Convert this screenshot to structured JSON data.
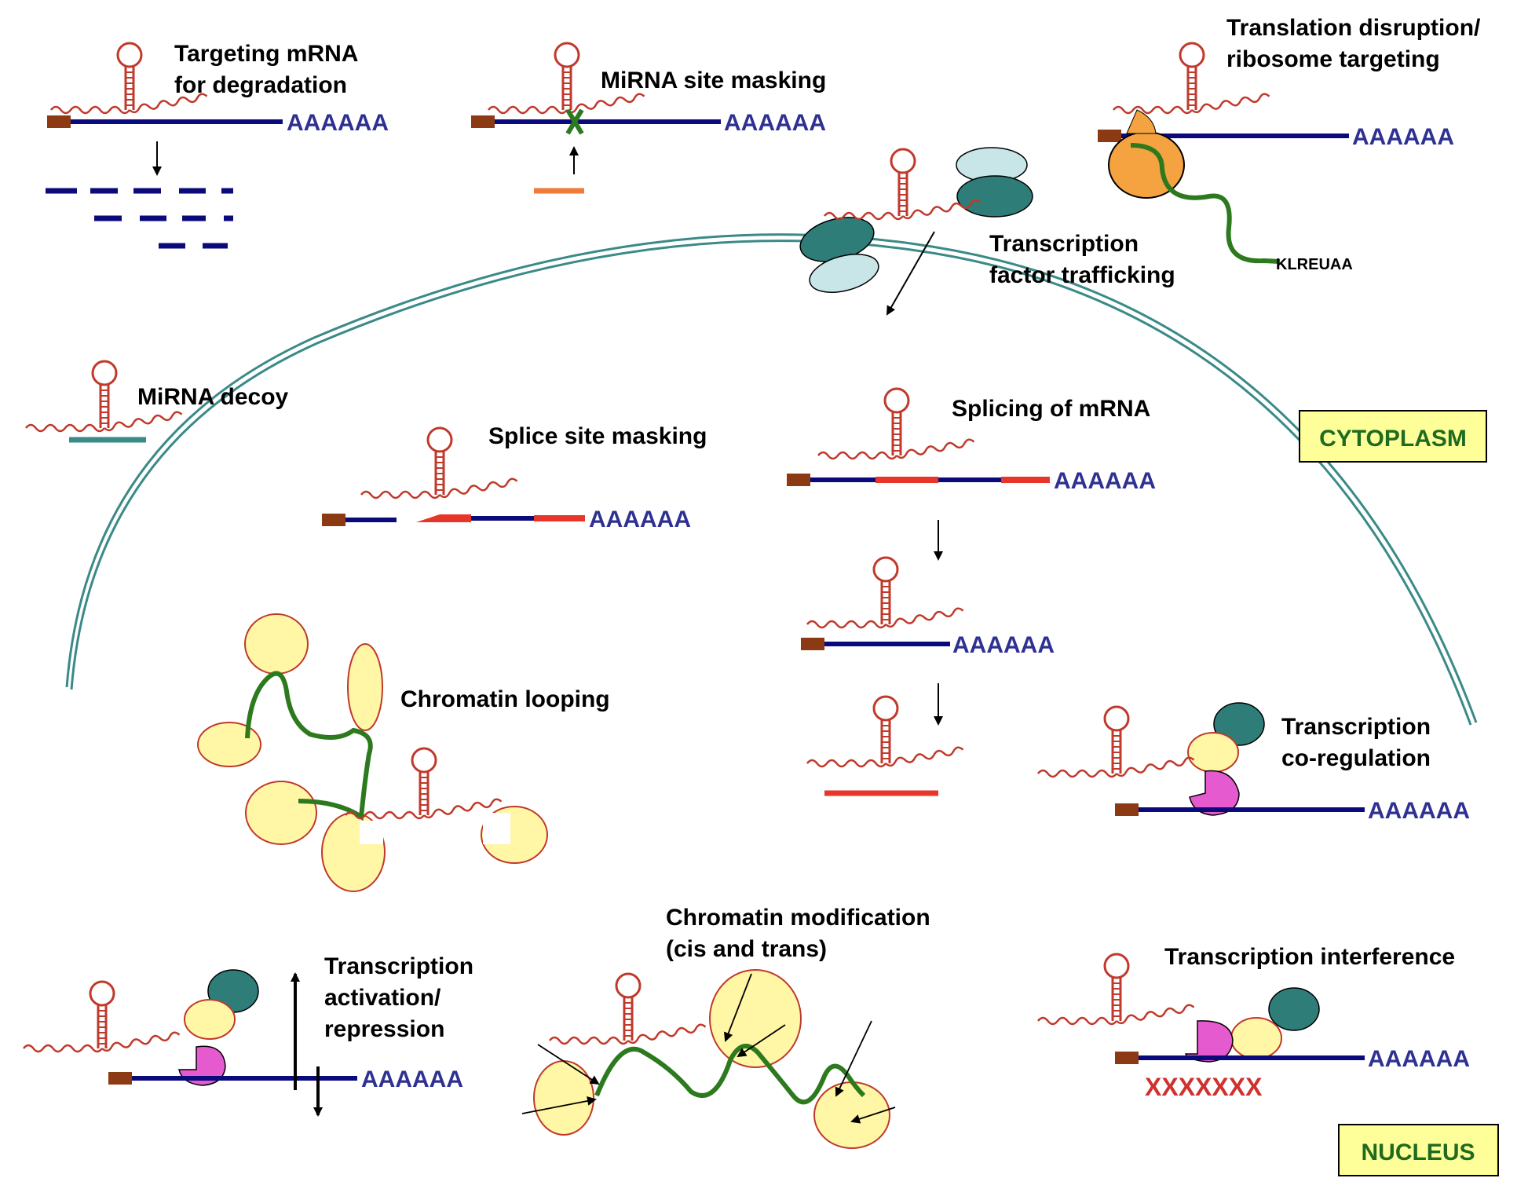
{
  "labels": {
    "targeting_line1": "Targeting mRNA",
    "targeting_line2": "for degradation",
    "site_masking": "MiRNA site masking",
    "translation_line1": "Translation disruption/",
    "translation_line2": "ribosome targeting",
    "tf_line1": "Transcription",
    "tf_line2": "factor trafficking",
    "peptide": "KLREUAA",
    "decoy": "MiRNA decoy",
    "splicing": "Splicing of mRNA",
    "splice_masking": "Splice site masking",
    "cytoplasm": "CYTOPLASM",
    "looping": "Chromatin looping",
    "coreg_line1": "Transcription",
    "coreg_line2": "co-regulation",
    "mod_line1": "Chromatin modification",
    "mod_line2": "(cis and trans)",
    "act_line1": "Transcription",
    "act_line2": "activation/",
    "act_line3": "repression",
    "interference": "Transcription interference",
    "nucleus": "NUCLEUS",
    "polya": "AAAAAA",
    "blocked": "XXXXXXX"
  },
  "colors": {
    "mrna": "#0a0a7a",
    "cap": "#8b3a14",
    "polya_text": "#2e3192",
    "rna": "#c0392b",
    "exon": "#e8352a",
    "membrane": "#3a8a88",
    "teal_protein": "#2e7d78",
    "light_protein": "#c8e6e8",
    "yellow": "#fff6a6",
    "magenta": "#e65ad0",
    "orange": "#f4a340",
    "green": "#2d7a1e",
    "label_box": "#ffff99"
  }
}
